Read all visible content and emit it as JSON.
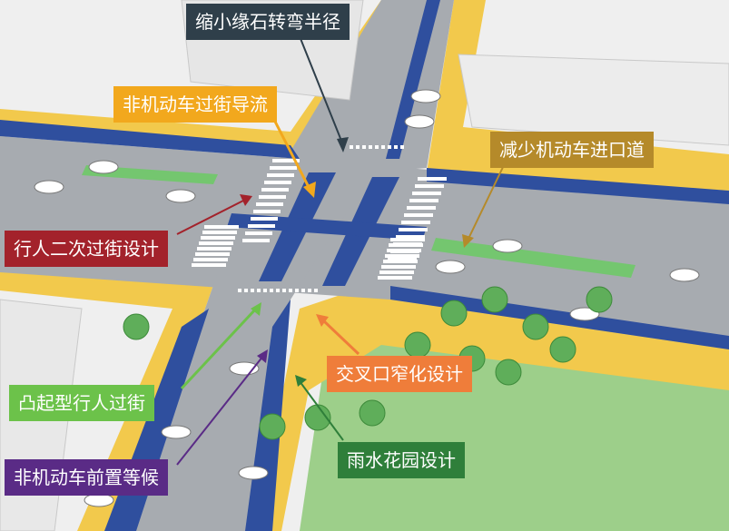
{
  "colors": {
    "sidewalk": "#f2c94c",
    "road": "#a7abb0",
    "bike_lane": "#2f4f9e",
    "median": "#74c66f",
    "grass": "#9dcf8a",
    "crosswalk": "#ffffff",
    "building": "#e6e6e6"
  },
  "labels": [
    {
      "id": "reduce-corner-radius",
      "text": "缩小缘石转弯半径",
      "bg": "#2f3f4a"
    },
    {
      "id": "bike-crossing-guidance",
      "text": "非机动车过街导流",
      "bg": "#f2a81d"
    },
    {
      "id": "reduce-entry-lanes",
      "text": "减少机动车进口道",
      "bg": "#b58a2a"
    },
    {
      "id": "pedestrian-two-stage-crossing",
      "text": "行人二次过街设计",
      "bg": "#a3222b"
    },
    {
      "id": "intersection-narrowing",
      "text": "交叉口窄化设计",
      "bg": "#ef7d3a"
    },
    {
      "id": "raised-crosswalk",
      "text": "凸起型行人过街",
      "bg": "#6cc24a"
    },
    {
      "id": "rain-garden",
      "text": "雨水花园设计",
      "bg": "#2f7f3a"
    },
    {
      "id": "bike-advance-waiting",
      "text": "非机动车前置等候",
      "bg": "#5a2b86"
    }
  ]
}
